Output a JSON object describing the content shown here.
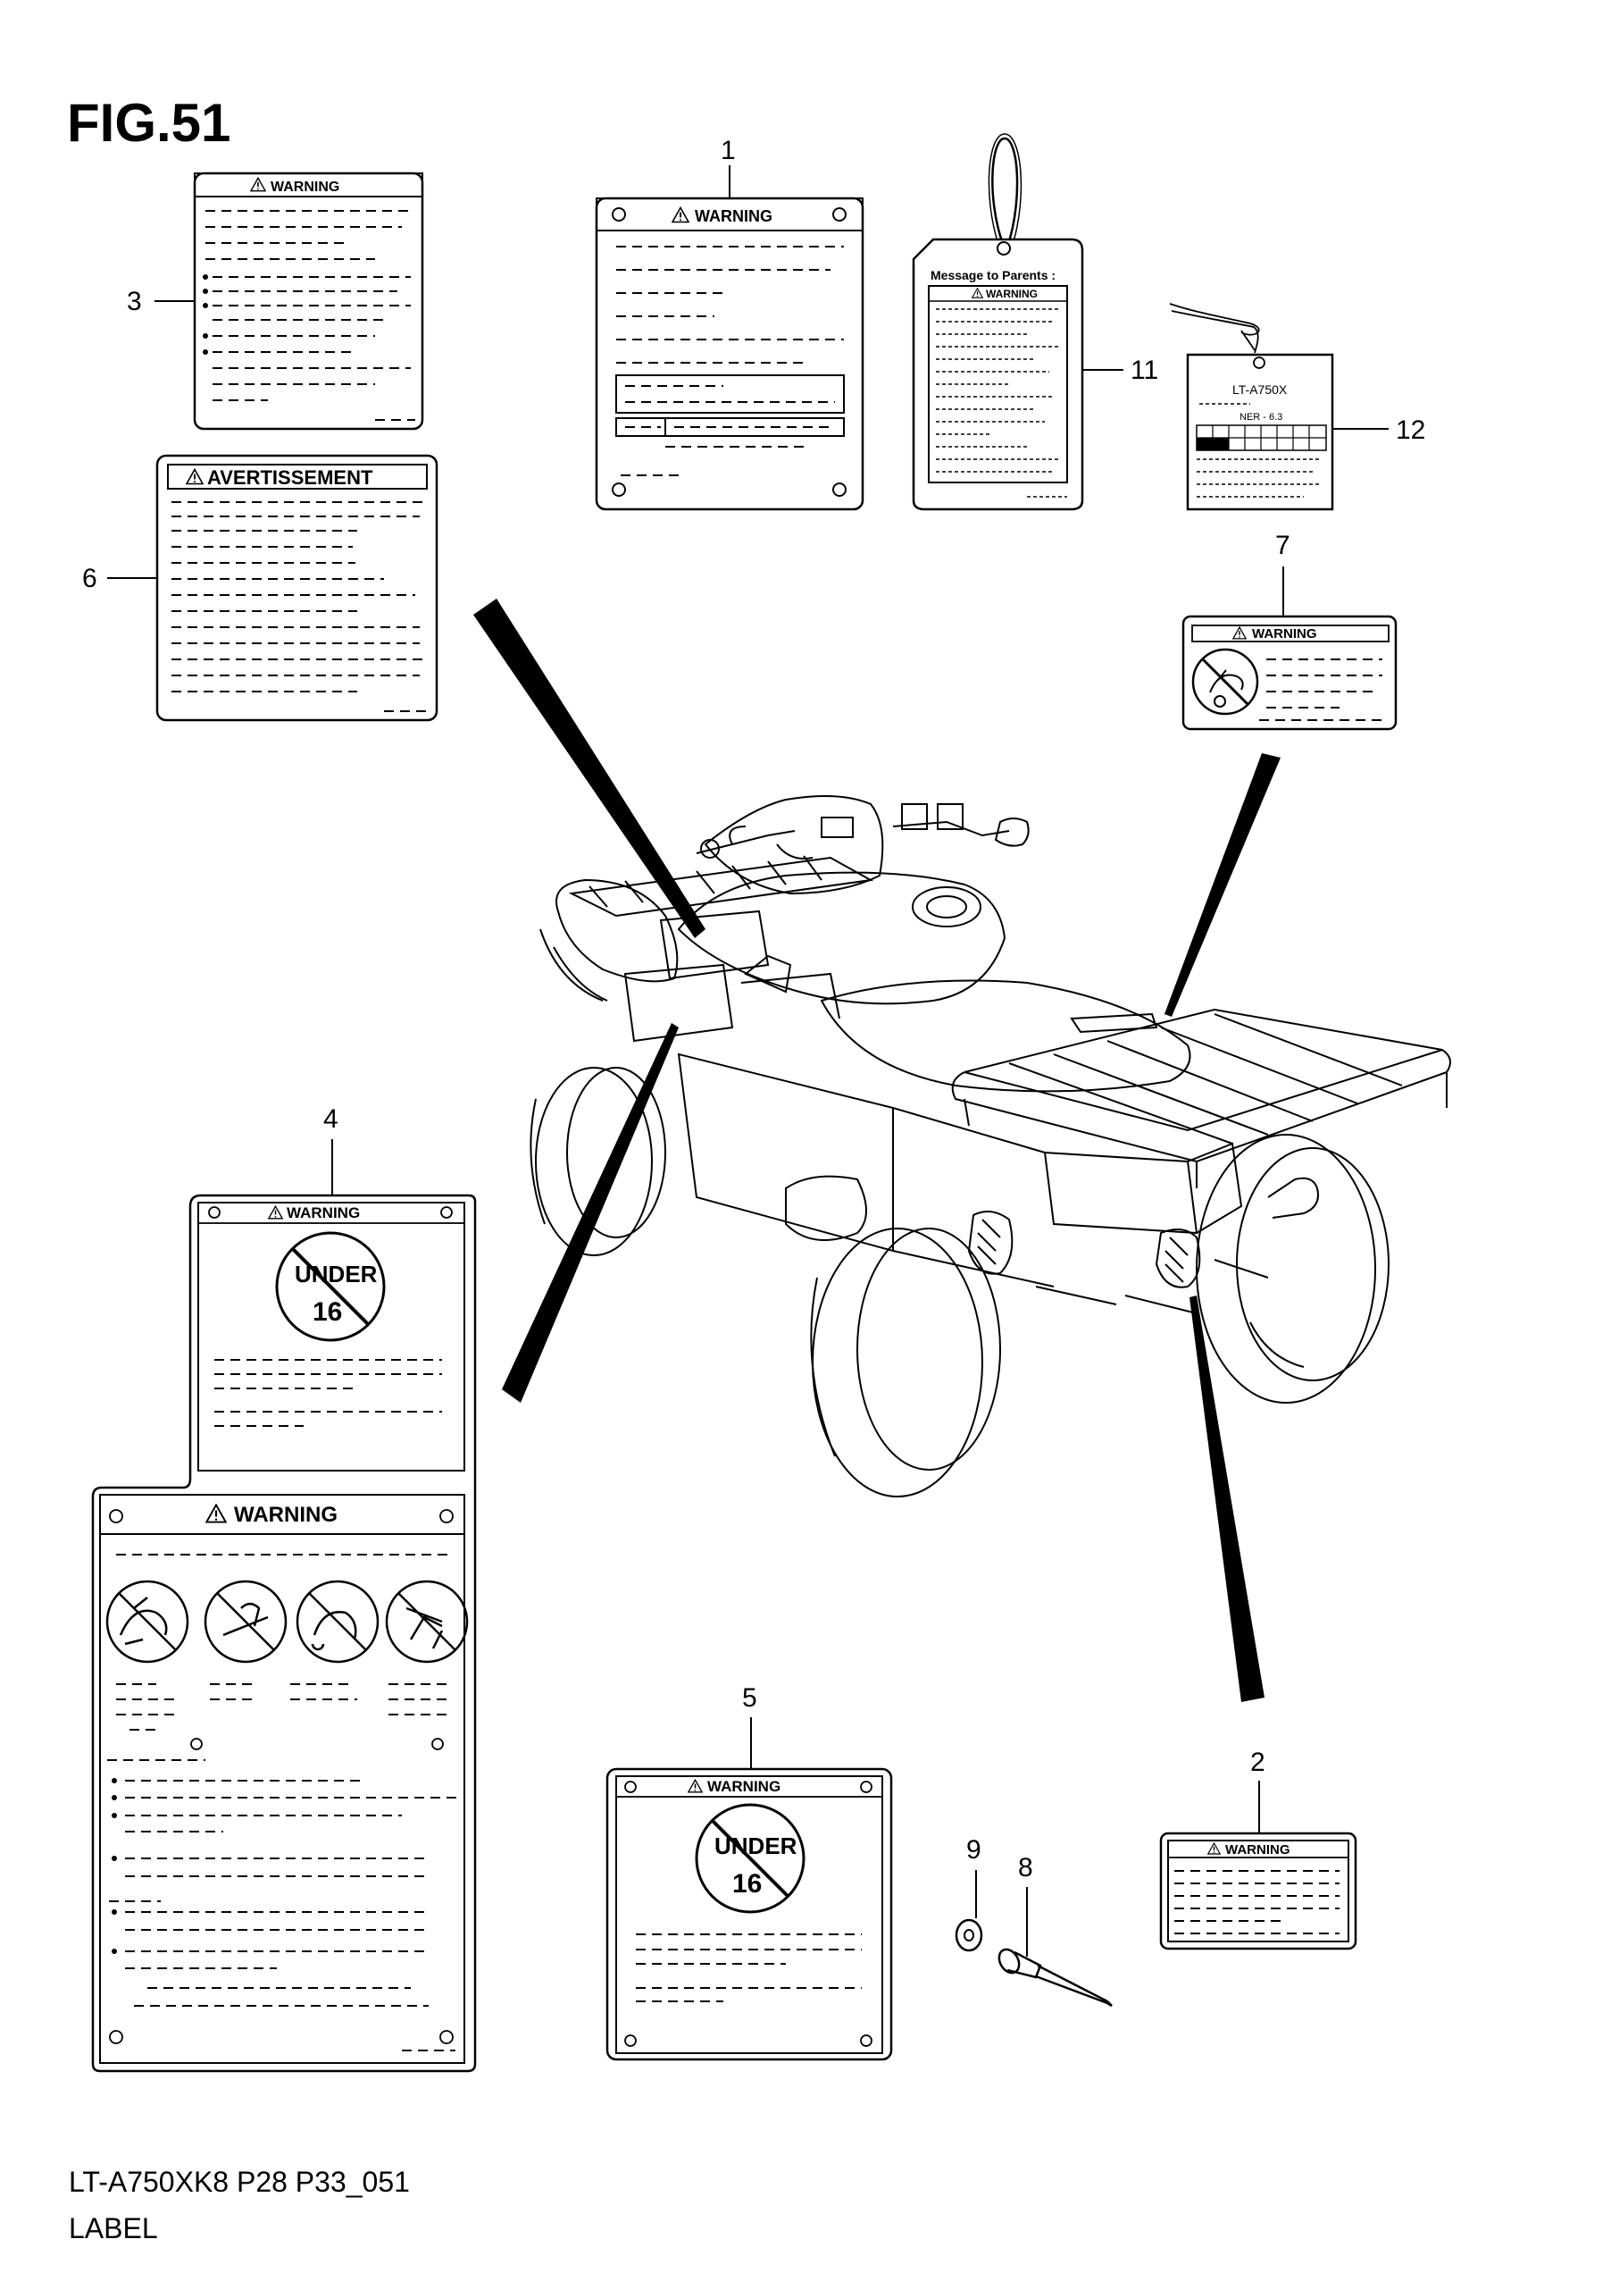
{
  "figure": {
    "title": "FIG.51"
  },
  "footer": {
    "code": "LT-A750XK8 P28 P33_051",
    "name": "LABEL"
  },
  "callouts": {
    "c1": "1",
    "c2": "2",
    "c3": "3",
    "c4": "4",
    "c5": "5",
    "c6": "6",
    "c7": "7",
    "c8": "8",
    "c9": "9",
    "c11": "11",
    "c12": "12"
  },
  "labels": {
    "warning": "WARNING",
    "avertissement": "AVERTISSEMENT",
    "under": "UNDER",
    "age": "16",
    "message_to_parents": "Message to Parents :",
    "tag_model": "LT-A750X",
    "tag_ner": "NER - 6.3"
  }
}
